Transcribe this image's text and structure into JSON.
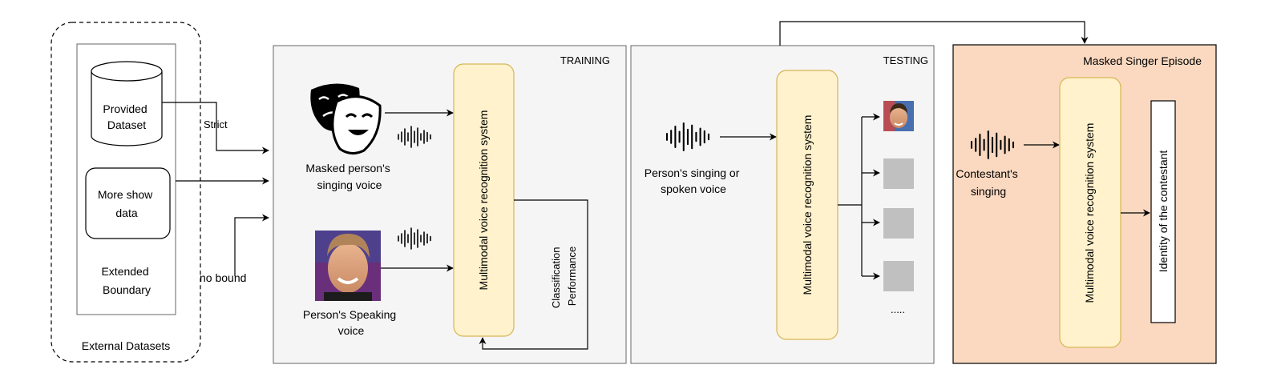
{
  "external": {
    "title": "External Datasets",
    "provided_dataset": [
      "Provided",
      "Dataset"
    ],
    "more_show_data": [
      "More show",
      "data"
    ],
    "extended_boundary": [
      "Extended",
      "Boundary"
    ],
    "strict_label": "Strict",
    "no_bound_label": "no bound"
  },
  "training": {
    "title": "TRAINING",
    "masked_voice": [
      "Masked person's",
      "singing voice"
    ],
    "speaking_voice": [
      "Person's Speaking",
      "voice"
    ],
    "system_label": "Multimodal voice recognition system",
    "feedback": [
      "Classification",
      "Performance"
    ]
  },
  "testing": {
    "title": "TESTING",
    "input_voice": [
      "Person's singing or",
      "spoken voice"
    ],
    "system_label": "Multimodal voice recognition system",
    "ellipsis": "....."
  },
  "episode": {
    "title": "Masked Singer Episode",
    "contestant": [
      "Contestant's",
      "singing"
    ],
    "system_label": "Multimodal voice recognition system",
    "output_label": "Identity of the contestant"
  },
  "colors": {
    "panel_fill": "#f5f5f5",
    "panel_stroke": "#666666",
    "system_fill": "#fff2cc",
    "system_stroke": "#d6b656",
    "episode_fill": "#fad9c0",
    "episode_stroke": "#000000",
    "placeholder": "#c0c0c0"
  }
}
